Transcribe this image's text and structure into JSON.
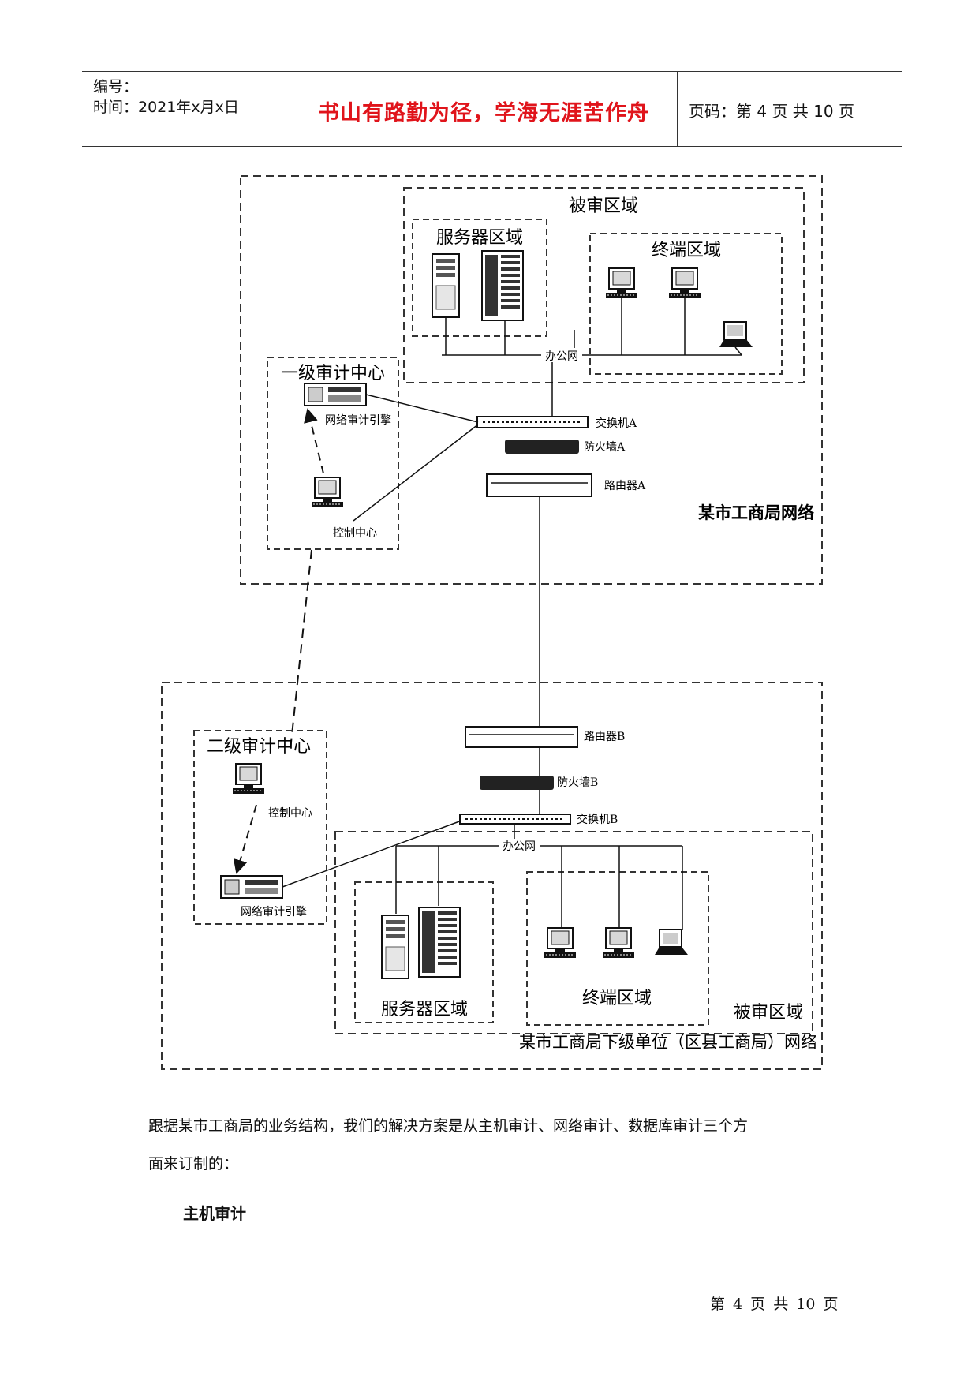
{
  "header": {
    "number_label": "编号：",
    "time_label": "时间：2021年x月x日",
    "motto": "书山有路勤为径，学海无涯苦作舟",
    "page_code": "页码：第 4 页 共 10 页"
  },
  "diagram": {
    "top_network": {
      "network_label": "某市工商局网络",
      "audited_zone_label": "被审区域",
      "server_zone_label": "服务器区域",
      "terminal_zone_label": "终端区域",
      "office_net_label": "办公网",
      "audit_center_label": "一级审计中心",
      "audit_engine_label": "网络审计引擎",
      "control_center_label": "控制中心",
      "switch_label": "交换机A",
      "firewall_label": "防火墙A",
      "router_label": "路由器A"
    },
    "bottom_network": {
      "network_label": "某市工商局下级单位（区县工商局）网络",
      "audited_zone_label": "被审区域",
      "server_zone_label": "服务器区域",
      "terminal_zone_label": "终端区域",
      "office_net_label": "办公网",
      "audit_center_label": "二级审计中心",
      "audit_engine_label": "网络审计引擎",
      "control_center_label": "控制中心",
      "switch_label": "交换机B",
      "firewall_label": "防火墙B",
      "router_label": "路由器B"
    }
  },
  "body": {
    "paragraph_line1": "跟据某市工商局的业务结构，我们的解决方案是从主机审计、网络审计、数据库审计三个方",
    "paragraph_line2": "面来订制的：",
    "section_heading": "主机审计"
  },
  "footer": {
    "page_indicator": "第 4 页 共 10 页"
  }
}
